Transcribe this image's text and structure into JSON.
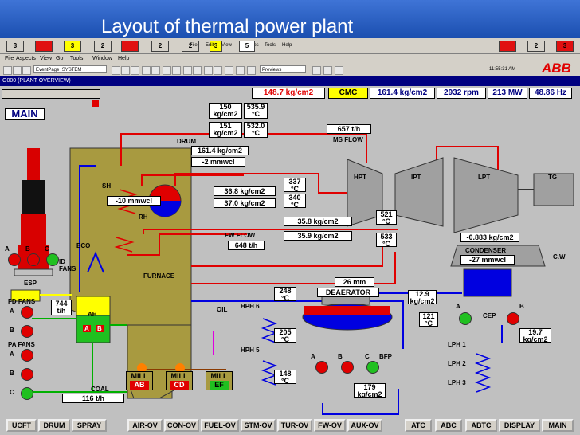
{
  "slide_title": "Layout of thermal power plant",
  "alarm_bar": {
    "left_counts": [
      "3",
      "3",
      "2",
      "2",
      "2",
      "3"
    ],
    "right_counts": [
      "2",
      "3"
    ],
    "menu": [
      "File",
      "Edit",
      "View",
      "Favorites",
      "Tools",
      "Help"
    ],
    "num": "5"
  },
  "menu_bar": [
    "File",
    "Aspects",
    "View",
    "Go",
    "Tools",
    "Window",
    "Help"
  ],
  "toolbar": {
    "event_page": "EventPage_SYSTEM",
    "preview": "Previews",
    "time": "11:55:31 AM",
    "brand": "ABB"
  },
  "window_title": "G000 (PLANT OVERVIEW)",
  "header": {
    "page_label": "MAIN",
    "drum_pressure": "148.7 kg/cm2",
    "mode": "CMC",
    "ms_pressure": "161.4 kg/cm2",
    "speed": "2932 rpm",
    "load": "213 MW",
    "freq": "48.86 Hz"
  },
  "values": {
    "p150": "150\nkg/cm2",
    "t535": "535.9\n°C",
    "p151": "151\nkg/cm2",
    "t532": "532.0\n°C",
    "ms_flow_val": "657 t/h",
    "drum_p": "161.4 kg/cm2",
    "drum_level": "-2 mmwcl",
    "t337": "337\n°C",
    "t340": "340\n°C",
    "p36": "36.8 kg/cm2",
    "p37": "37.0 kg/cm2",
    "furnace_draft": "-10 mmwcl",
    "p358": "35.8 kg/cm2",
    "p359": "35.9 kg/cm2",
    "t521": "521\n°C",
    "t533": "533\n°C",
    "fw_flow_val": "648 t/h",
    "cond_p": "-0.883 kg/cm2",
    "cond_level": "-27 mmwcl",
    "dea_level": "26 mm",
    "t248": "248\n°C",
    "t205": "205\n°C",
    "t148": "148\n°C",
    "p129": "12.9\nkg/cm2",
    "t121": "121\n°C",
    "p197": "19.7\nkg/cm2",
    "p179": "179\nkg/cm2",
    "air744": "744\nt/h",
    "coal_flow": "116 t/h"
  },
  "labels": {
    "drum": "DRUM",
    "sh": "SH",
    "rh": "RH",
    "eco": "ECO",
    "furnace": "FURNACE",
    "ms_flow": "MS FLOW",
    "fw_flow": "FW FLOW",
    "hpt": "HPT",
    "ipt": "IPT",
    "lpt": "LPT",
    "tg": "TG",
    "condenser": "CONDENSER",
    "cw": "C.W",
    "deaerator": "DEAERATOR",
    "bfp": "BFP",
    "cep": "CEP",
    "esp": "ESP",
    "id_fans": "ID\nFANS",
    "fd_fans": "FD FANS",
    "pa_fans": "PA FANS",
    "ah": "AH",
    "oil": "OIL",
    "coal": "COAL",
    "hph6": "HPH 6",
    "hph5": "HPH 5",
    "lph1": "LPH 1",
    "lph2": "LPH 2",
    "lph3": "LPH 3",
    "mill": "MILL",
    "mill_ab": "AB",
    "mill_cd": "CD",
    "mill_ef": "EF",
    "a": "A",
    "b": "B",
    "c": "C"
  },
  "bottom_buttons": [
    "UCFT",
    "DRUM",
    "SPRAY",
    "AIR-OV",
    "CON-OV",
    "FUEL-OV",
    "STM-OV",
    "TUR-OV",
    "FW-OV",
    "AUX-OV",
    "ATC",
    "ABC",
    "ABTC",
    "DISPLAY",
    "MAIN"
  ],
  "colors": {
    "steam": "#e00000",
    "water": "#0000e0",
    "air": "#00b000",
    "boiler": "#a89a40",
    "yellow": "#ffff00"
  }
}
